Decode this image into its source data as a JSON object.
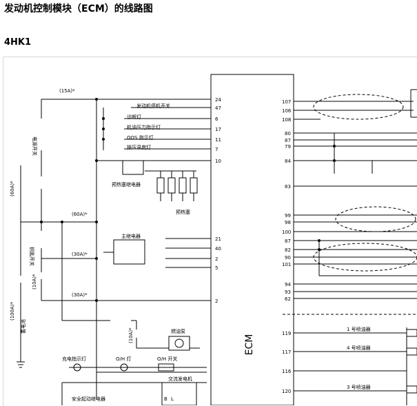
{
  "page": {
    "title": "发动机控制模块（ECM）的线路图",
    "subtitle": "4HK1"
  },
  "diagram": {
    "ecm_label": "ECM",
    "fuses": {
      "f15": "(15A)*",
      "f60": "(60A)*",
      "f60v": "(60A)*",
      "f30a": "(30A)*",
      "f30b": "(30A)*",
      "f10a": "(10A)*",
      "f10b": "(10A)*",
      "f100": "(100A)*"
    },
    "left_labels": {
      "stop_switch": "发动机停机开关",
      "diag_lamp": "诊断灯",
      "oil_lamp": "机油压力指示灯",
      "qos_lamp": "QOS 指示灯",
      "water_temp_lamp": "操压温度灯",
      "glow_relay": "预热塞继电器",
      "glow_plug": "预热塞",
      "main_relay": "主继电器",
      "fuel_pump": "燃油泵",
      "charge_lamp": "充电指示灯",
      "oh_lamp": "O/H 灯",
      "oh_switch": "O/H 开关",
      "alternator": "交流发电机",
      "safety_relay": "安全起动继电器",
      "terminal_b": "B",
      "terminal_l": "L",
      "ignition_switch": "电源开关",
      "key_switch": "钥匙开关",
      "battery": "蓄电池"
    },
    "ecm_left_pins": [
      "24",
      "47",
      "6",
      "17",
      "11",
      "7",
      "10",
      "21",
      "40",
      "2",
      "5",
      "2"
    ],
    "ecm_right_pins": [
      "107",
      "106",
      "108",
      "80",
      "87",
      "79",
      "84",
      "83",
      "99",
      "98",
      "100",
      "87",
      "82",
      "90",
      "101",
      "94",
      "93",
      "62",
      "119",
      "117",
      "116",
      "120"
    ],
    "injectors": {
      "inj1": "1 号喷油器",
      "inj4": "4 号喷油器",
      "inj3": "3 号喷油器"
    }
  }
}
